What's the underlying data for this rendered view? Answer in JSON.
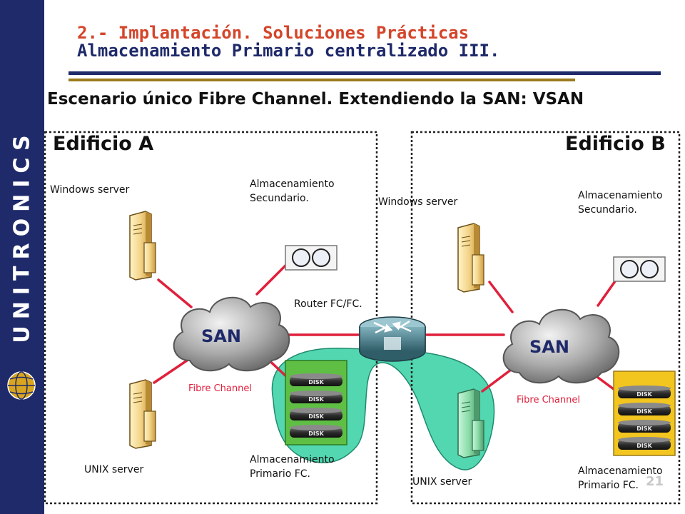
{
  "brand": {
    "logo_text": "UNITRONICS",
    "navy": "#1f2a6a",
    "gold": "#9a7a1c"
  },
  "title": {
    "line1": "2.- Implantación. Soluciones Prácticas",
    "line2": "Almacenamiento Primario centralizado III.",
    "line1_color": "#d4452a",
    "line2_color": "#1f2a6a"
  },
  "subtitle": "Escenario único Fibre Channel. Extendiendo la SAN: VSAN",
  "building_a": {
    "name": "Edificio A",
    "windows_label": "Windows server",
    "unix_label": "UNIX server",
    "secondary_line1": "Almacenamiento",
    "secondary_line2": "Secundario.",
    "primary_line1": "Almacenamiento",
    "primary_line2": "Primario FC.",
    "san_label": "SAN",
    "fc_label": "Fibre Channel"
  },
  "building_b": {
    "name": "Edificio B",
    "windows_label": "Windows server",
    "unix_label": "UNIX server",
    "secondary_line1": "Almacenamiento",
    "secondary_line2": "Secundario.",
    "primary_line1": "Almacenamiento",
    "primary_line2": "Primario FC.",
    "san_label": "SAN",
    "fc_label": "Fibre Channel"
  },
  "router_label": "Router FC/FC.",
  "disk_label": "DISK",
  "page_number": "21",
  "colors": {
    "link": "#e0203c",
    "vsan_fill": "#3fd3a9",
    "cloud": "#8a8a8a",
    "san_text": "#1f2a6a",
    "disk_tray_a": "#5fbf45",
    "disk_tray_b": "#f2c51f",
    "server": "#f3d48a"
  },
  "icons": [
    "server-tower-icon",
    "san-cloud-icon",
    "tape-library-icon",
    "disk-array-icon",
    "fc-router-icon",
    "globe-logo-icon"
  ]
}
